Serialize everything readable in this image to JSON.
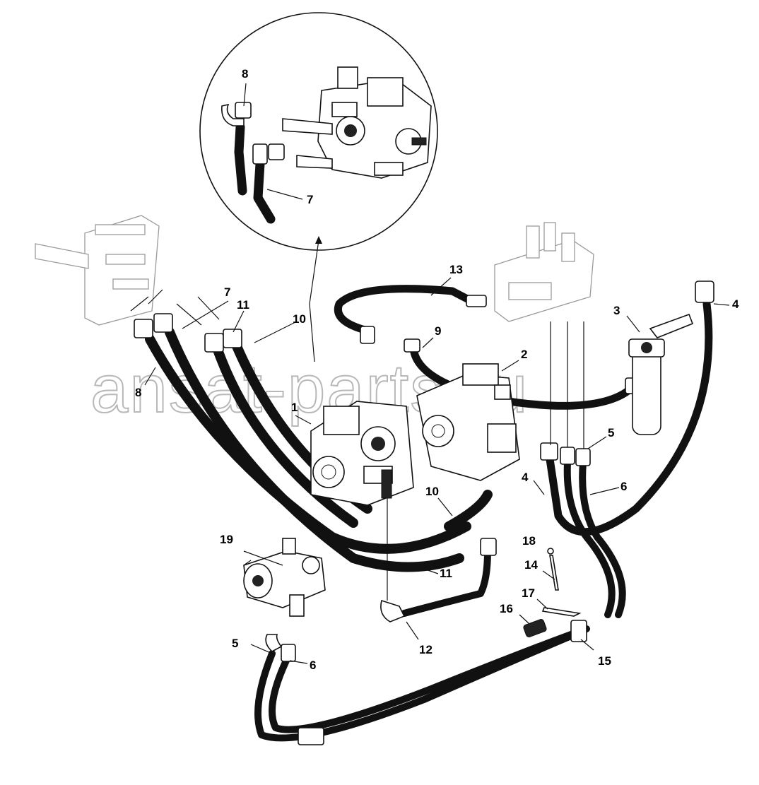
{
  "watermark": "ansat-parts.ru",
  "callouts": [
    {
      "id": "c1",
      "text": "1"
    },
    {
      "id": "c2",
      "text": "2"
    },
    {
      "id": "c3",
      "text": "3"
    },
    {
      "id": "c4a",
      "text": "4"
    },
    {
      "id": "c4b",
      "text": "4"
    },
    {
      "id": "c5a",
      "text": "5"
    },
    {
      "id": "c5b",
      "text": "5"
    },
    {
      "id": "c6a",
      "text": "6"
    },
    {
      "id": "c6b",
      "text": "6"
    },
    {
      "id": "c7a",
      "text": "7"
    },
    {
      "id": "c7b",
      "text": "7"
    },
    {
      "id": "c8a",
      "text": "8"
    },
    {
      "id": "c8b",
      "text": "8"
    },
    {
      "id": "c9",
      "text": "9"
    },
    {
      "id": "c10a",
      "text": "10"
    },
    {
      "id": "c10b",
      "text": "10"
    },
    {
      "id": "c11a",
      "text": "11"
    },
    {
      "id": "c11b",
      "text": "11"
    },
    {
      "id": "c12",
      "text": "12"
    },
    {
      "id": "c13",
      "text": "13"
    },
    {
      "id": "c14",
      "text": "14"
    },
    {
      "id": "c15",
      "text": "15"
    },
    {
      "id": "c16",
      "text": "16"
    },
    {
      "id": "c17",
      "text": "17"
    },
    {
      "id": "c18",
      "text": "18"
    },
    {
      "id": "c19",
      "text": "19"
    }
  ]
}
